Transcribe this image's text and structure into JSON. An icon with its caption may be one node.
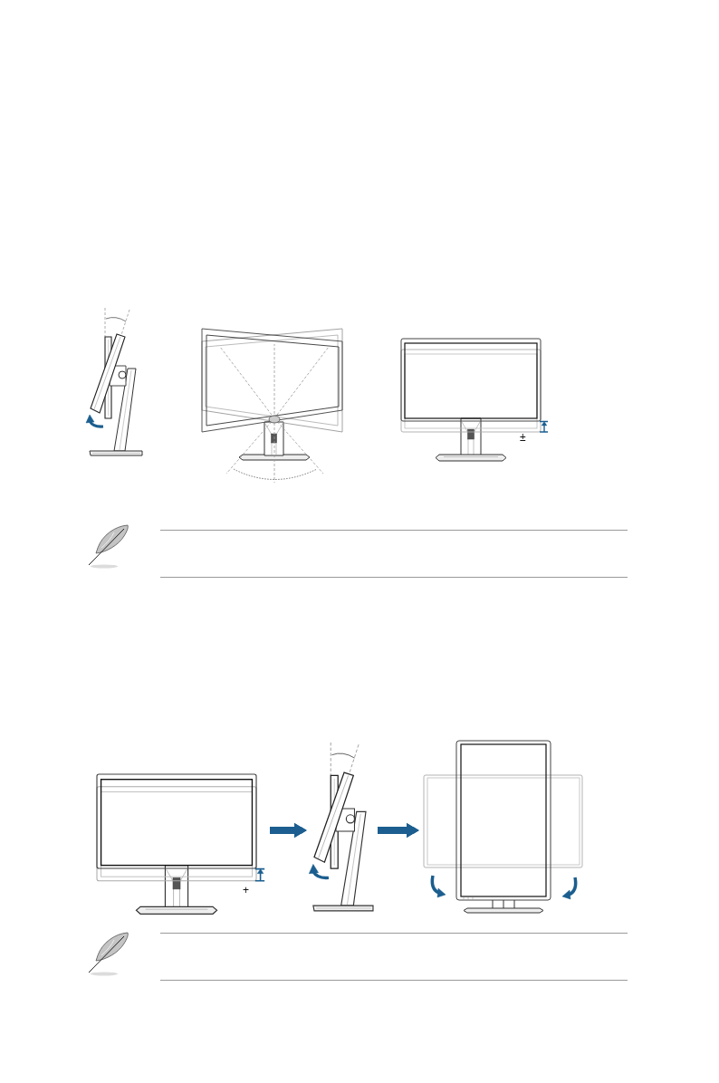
{
  "diagram": {
    "nodes": [
      {
        "text": [],
        "shape": "picture",
        "beside": [
          "+"
        ]
      },
      {
        "text": [],
        "shape": "picture"
      },
      {
        "text": [],
        "shape": "picture"
      }
    ],
    "edges": [
      {
        "from": 0,
        "to": 1,
        "arrow": "to"
      },
      {
        "from": 1,
        "to": 2,
        "arrow": "to"
      }
    ],
    "labels": [
      "±"
    ]
  }
}
